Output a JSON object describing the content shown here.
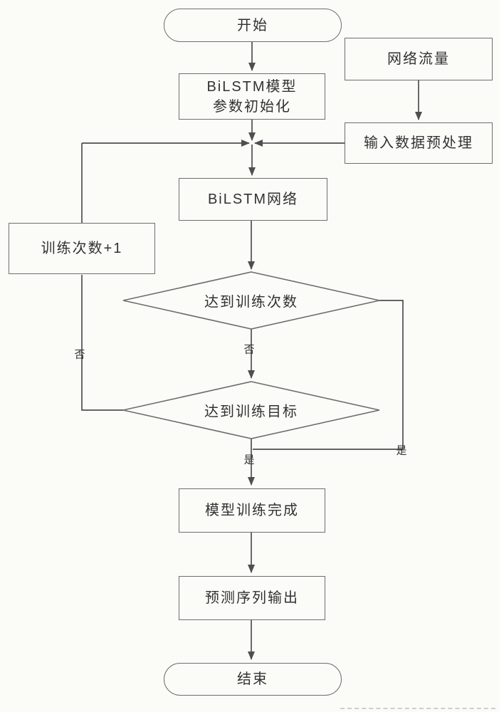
{
  "nodes": {
    "start": "开始",
    "network_traffic": "网络流量",
    "init_line1": "BiLSTM模型",
    "init_line2": "参数初始化",
    "preprocess": "输入数据预处理",
    "bilstm_network": "BiLSTM网络",
    "increment_counter": "训练次数+1",
    "check_epochs": "达到训练次数",
    "check_target": "达到训练目标",
    "training_complete": "模型训练完成",
    "prediction_output": "预测序列输出",
    "end": "结束"
  },
  "edge_labels": {
    "epochs_no": "否",
    "target_no": "否",
    "epochs_yes": "是",
    "target_yes": "是"
  },
  "colors": {
    "bg": "#fbfbf8",
    "line": "#4f4f4f",
    "border": "#6e6e6e",
    "text": "#323232"
  }
}
